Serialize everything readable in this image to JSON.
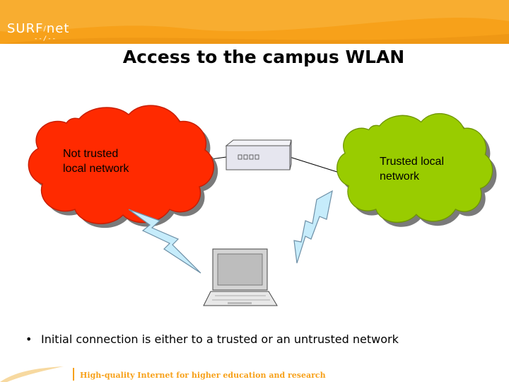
{
  "header": {
    "logo_text": "SURF",
    "logo_sep": "/",
    "logo_suffix": "net",
    "logo_sub": "--/--",
    "bar_color": "#f7a11a"
  },
  "slide": {
    "title": "Access to the campus WLAN"
  },
  "diagram": {
    "untrusted_cloud": {
      "label": "Not trusted\nlocal network",
      "color": "#ff2a00"
    },
    "trusted_cloud": {
      "label": "Trusted local\nnetwork",
      "color": "#99cc00"
    },
    "access_point": {
      "icon": "access-point-icon",
      "color": "#e6e6ef"
    },
    "laptop": {
      "icon": "laptop-icon"
    },
    "wireless_links": {
      "icon": "lightning-bolt-icon",
      "color": "#c6ecfb"
    }
  },
  "bullets": [
    "Initial connection is either to a trusted or an untrusted network"
  ],
  "footer": {
    "tagline": "High-quality Internet for higher education and research"
  }
}
